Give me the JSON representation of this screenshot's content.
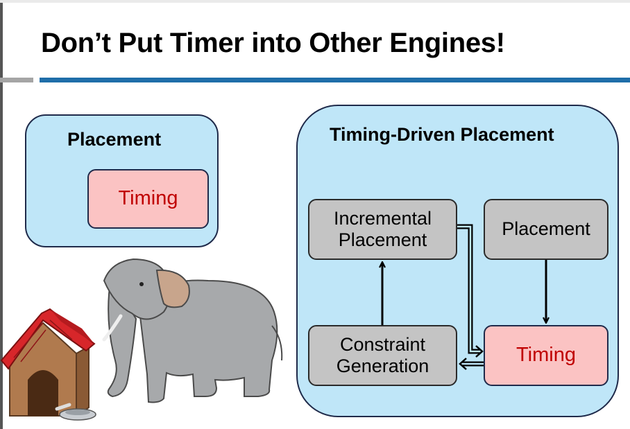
{
  "slide": {
    "title": "Don’t Put Timer into Other Engines!"
  },
  "left_diagram": {
    "outer_label": "Placement",
    "inner_label": "Timing"
  },
  "right_diagram": {
    "outer_label": "Timing-Driven Placement",
    "incremental_placement": [
      "Incremental",
      "Placement"
    ],
    "placement": "Placement",
    "constraint_generation": [
      "Constraint",
      "Generation"
    ],
    "timing": "Timing"
  },
  "colors": {
    "container_fill": "#bfe6f8",
    "gray_box": "#c4c4c4",
    "timing_box": "#fbc3c3",
    "timing_text": "#c00000",
    "accent_rule": "#1f6ea9"
  }
}
